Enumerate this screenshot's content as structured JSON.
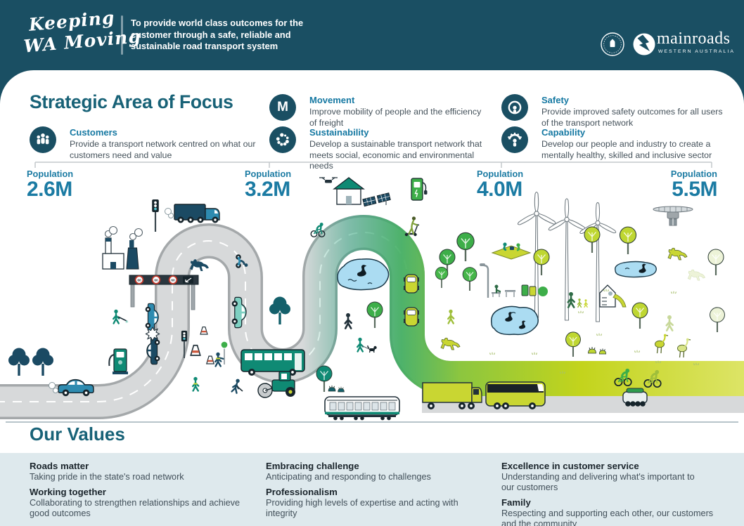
{
  "header": {
    "logo": {
      "line1": "Keeping",
      "line2": "WA Moving"
    },
    "mission": [
      "To provide world class outcomes for the",
      "customer through a safe, reliable and",
      "sustainable road transport system"
    ],
    "brand": {
      "wordmark": "mainroads",
      "subtitle": "WESTERN AUSTRALIA"
    }
  },
  "strategic": {
    "title": "Strategic Area of Focus",
    "items": [
      {
        "name": "Customers",
        "icon": "customers-icon",
        "description": [
          "Provide a transport network centred on what our",
          "customers need and value"
        ]
      },
      {
        "name": "Movement",
        "icon": "movement-icon",
        "icon_letter": "M",
        "description": [
          "Improve mobility of people and the efficiency",
          "of freight"
        ]
      },
      {
        "name": "Sustainability",
        "icon": "sustainability-icon",
        "description": [
          "Develop a sustainable transport network that",
          "meets social, economic and environmental needs"
        ]
      },
      {
        "name": "Safety",
        "icon": "safety-icon",
        "description": [
          "Provide improved safety outcomes for all users",
          "of the transport network"
        ]
      },
      {
        "name": "Capability",
        "icon": "capability-icon",
        "description": [
          "Develop our people and industry to create a",
          "mentally healthy, skilled and inclusive sector"
        ]
      }
    ]
  },
  "timeline": {
    "milestones": [
      {
        "label": "Population",
        "value": "2.6M"
      },
      {
        "label": "Population",
        "value": "3.2M"
      },
      {
        "label": "Population",
        "value": "4.0M"
      },
      {
        "label": "Population",
        "value": "5.5M"
      }
    ]
  },
  "illustration": {
    "gantry_signs": [
      "60",
      "60",
      "60"
    ]
  },
  "values": {
    "title": "Our Values",
    "items": [
      {
        "name": "Roads matter",
        "description": [
          "Taking pride in the state's road network"
        ]
      },
      {
        "name": "Working together",
        "description": [
          "Collaborating to strengthen relationships and achieve",
          "good outcomes"
        ]
      },
      {
        "name": "Embracing challenge",
        "description": [
          "Anticipating and responding to challenges"
        ]
      },
      {
        "name": "Professionalism",
        "description": [
          "Providing high levels of expertise and acting with integrity"
        ]
      },
      {
        "name": "Excellence in customer service",
        "description": [
          "Understanding and delivering what's important to",
          "our customers"
        ]
      },
      {
        "name": "Family",
        "description": [
          "Respecting and supporting each other, our customers",
          "and the community"
        ]
      }
    ]
  },
  "colors": {
    "header_teal": "#1A4F63",
    "heading_teal": "#186277",
    "accent_teal": "#1578A2",
    "panel_gray": "#DEE9ED",
    "lime": "#C9D632",
    "green": "#3DAE49",
    "road_gray": "#D7D9DA",
    "lake_blue": "#ABDCF2"
  }
}
